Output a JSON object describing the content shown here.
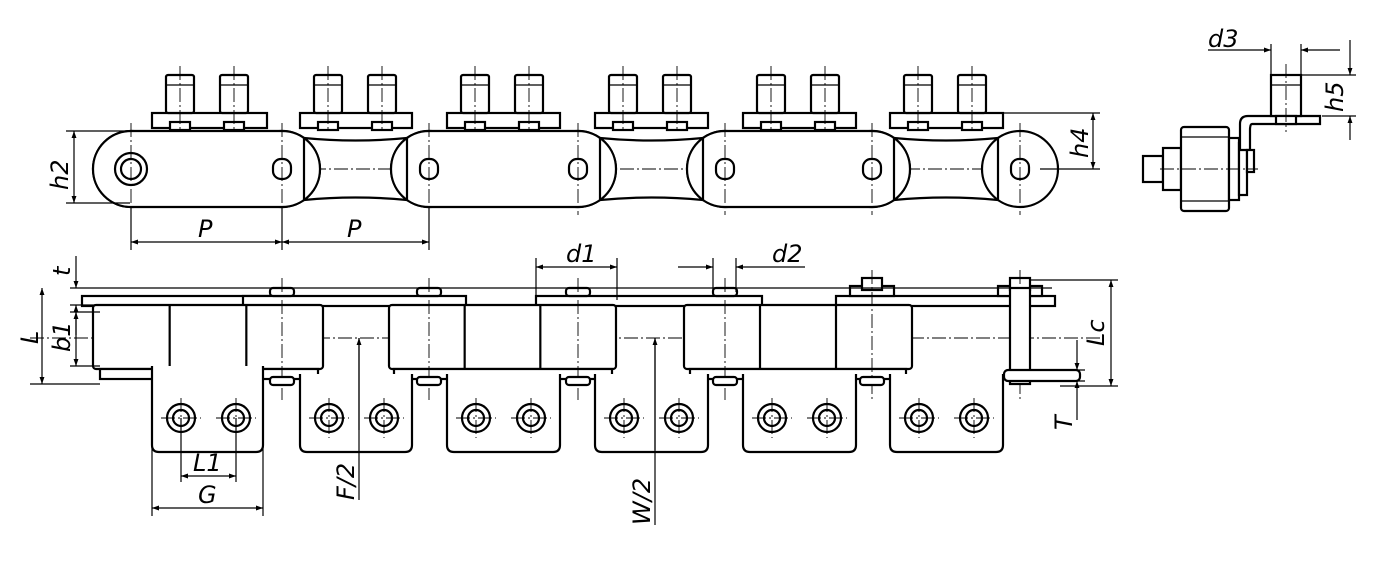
{
  "labels": {
    "h2": "h2",
    "p_1": "P",
    "p_2": "P",
    "h4": "h4",
    "d3": "d3",
    "h5": "h5",
    "t": "t",
    "l": "L",
    "b1": "b1",
    "d1": "d1",
    "d2": "d2",
    "lc": "Lc",
    "t_upper": "T",
    "l1": "L1",
    "g": "G",
    "f_half": "F/2",
    "w_half": "W/2"
  }
}
